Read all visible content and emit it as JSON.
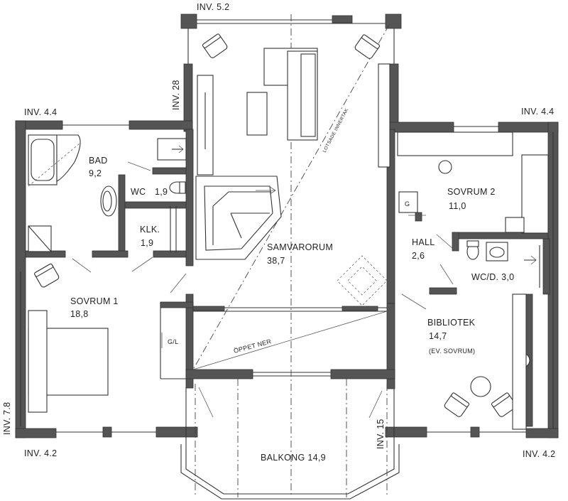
{
  "rooms": {
    "bad": {
      "name": "BAD",
      "area": "9,2"
    },
    "wc": {
      "name": "WC",
      "area": "1,9"
    },
    "klk": {
      "name": "KLK.",
      "area": "1,9"
    },
    "sovrum1": {
      "name": "SOVRUM 1",
      "area": "18,8"
    },
    "samvarorum": {
      "name": "SAMVARORUM",
      "area": "38,7"
    },
    "sovrum2": {
      "name": "SOVRUM 2",
      "area": "11,0"
    },
    "hall": {
      "name": "HALL",
      "area": "2,6"
    },
    "wcd": {
      "name": "WC/D.",
      "area": "3,0"
    },
    "bibliotek": {
      "name": "BIBLIOTEK",
      "area": "14,7",
      "note": "(EV. SOVRUM)"
    },
    "balkong": {
      "name": "BALKONG",
      "area": "14,9"
    }
  },
  "labels": {
    "inv_top": "INV. 5.2",
    "inv_28": "INV. 28",
    "inv_44_left": "INV. 4.4",
    "inv_44_right": "INV. 4.4",
    "inv_78": "INV. 7.8",
    "inv_42_left": "INV. 4.2",
    "inv_42_right": "INV. 4.2",
    "inv_15": "INV. 15",
    "g": "G",
    "gl": "G/L",
    "oppet_ner": "ÖPPET NER",
    "loftline": "LOTSADE INNERTAK"
  }
}
